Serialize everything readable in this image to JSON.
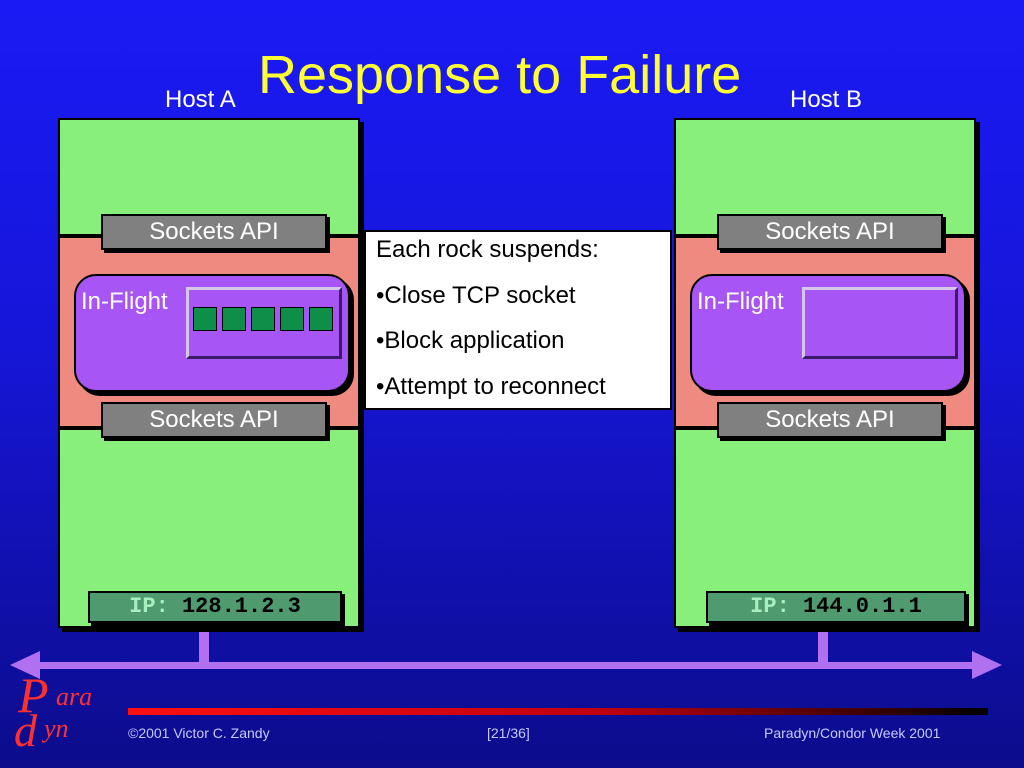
{
  "title": "Response to Failure",
  "host_a": {
    "label": "Host A",
    "api_top": "Sockets API",
    "api_bottom": "Sockets API",
    "inflight_label": "In-Flight",
    "packet_count": 5,
    "ip_key": "IP:",
    "ip_value": "128.1.2.3"
  },
  "host_b": {
    "label": "Host B",
    "api_top": "Sockets API",
    "api_bottom": "Sockets API",
    "inflight_label": "In-Flight",
    "packet_count": 0,
    "ip_key": "IP:",
    "ip_value": "144.0.1.1"
  },
  "note": {
    "heading": "Each rock suspends:",
    "items": [
      "•Close TCP socket",
      "•Block application",
      "•Attempt to reconnect"
    ]
  },
  "footer": {
    "copyright": "©2001 Victor C. Zandy",
    "page": "[21/36]",
    "event": "Paradyn/Condor  Week  2001"
  },
  "logo": {
    "top": "ara",
    "bottom": "yn"
  },
  "colors": {
    "background": "#1a1af5",
    "title": "#ffff33",
    "host": "#88f07a",
    "socket_band": "#ee8a80",
    "api_box": "#808080",
    "inflight": "#a855f5",
    "packet": "#0d8f4a",
    "network": "#b070f0",
    "ip_box": "#4f9a6e"
  }
}
